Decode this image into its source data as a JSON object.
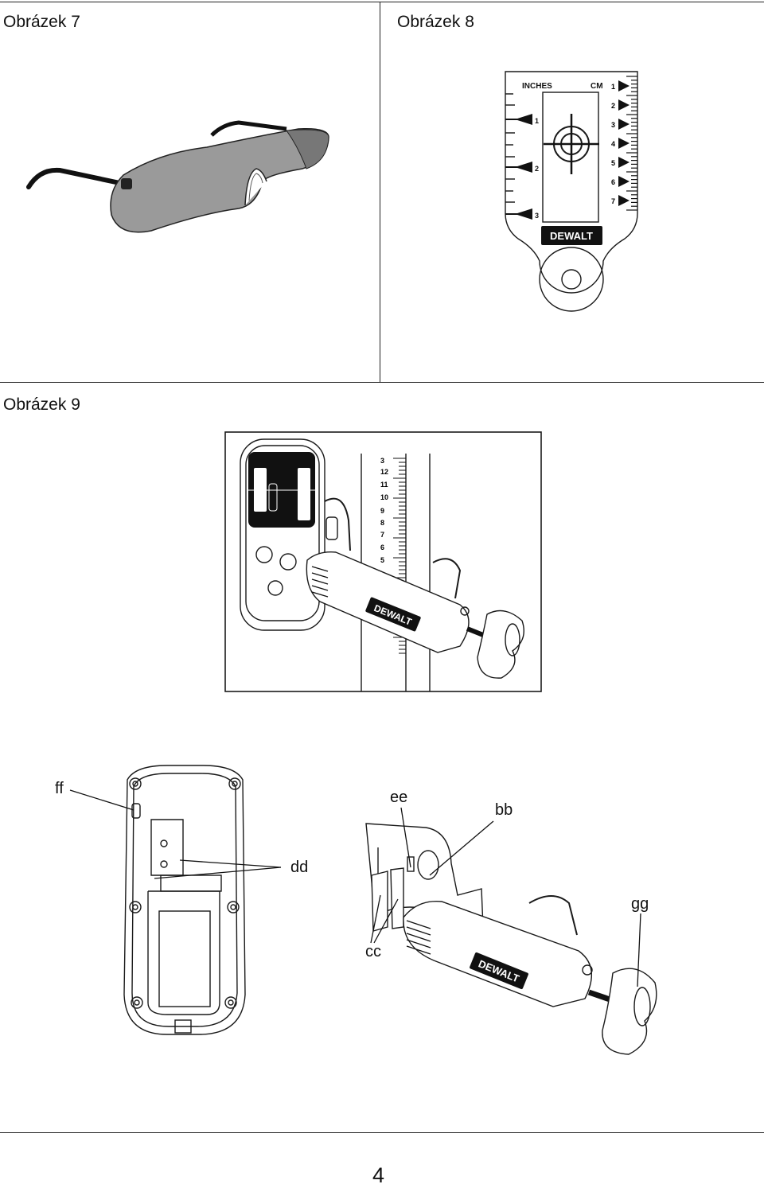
{
  "figures": {
    "fig7": {
      "label": "Obrázek 7"
    },
    "fig8": {
      "label": "Obrázek 8",
      "card": {
        "unit_left": "INCHES",
        "unit_right": "CM",
        "inch_marks": [
          "1",
          "2",
          "3"
        ],
        "cm_marks": [
          "1",
          "2",
          "3",
          "4",
          "5",
          "6",
          "7"
        ],
        "brand": "DEWALT"
      }
    },
    "fig9": {
      "label": "Obrázek 9",
      "rod_numbers": [
        "3",
        "12",
        "11",
        "10",
        "9",
        "8",
        "7",
        "6",
        "5"
      ],
      "brand": "DEWALT",
      "callouts": {
        "ff": "ff",
        "dd": "dd",
        "ee": "ee",
        "bb": "bb",
        "gg": "gg",
        "cc": "cc"
      }
    }
  },
  "page_number": "4"
}
